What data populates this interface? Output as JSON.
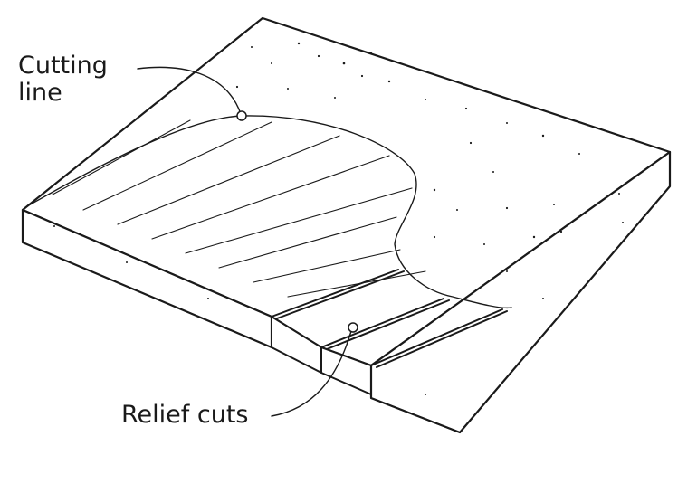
{
  "labels": {
    "cutting_line": [
      "Cutting",
      "line"
    ],
    "relief_cuts": "Relief cuts"
  },
  "colors": {
    "ink": "#1a1a1a",
    "background": "#ffffff"
  }
}
